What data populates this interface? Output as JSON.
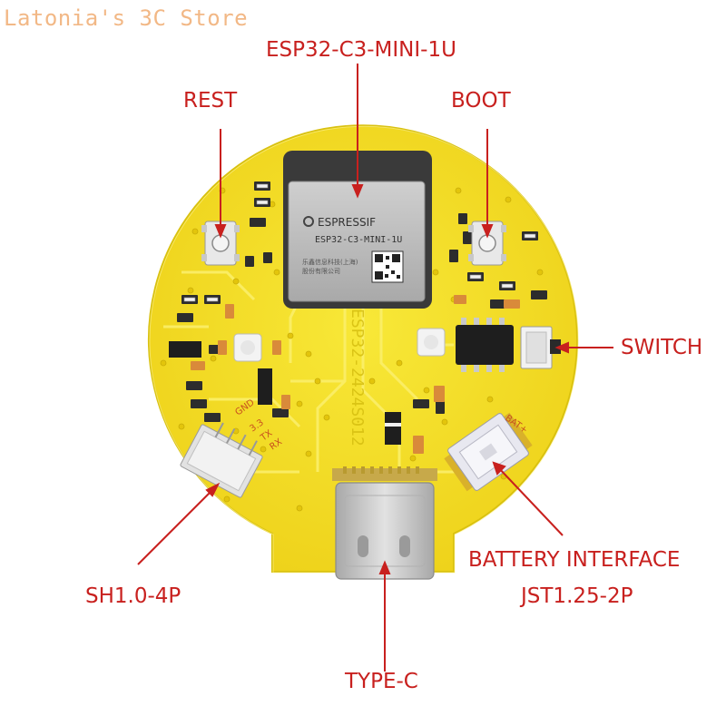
{
  "watermark": "Latonia's 3C Store",
  "labels": {
    "module": "ESP32-C3-MINI-1U",
    "reset": "REST",
    "boot": "BOOT",
    "switch": "SWITCH",
    "sh_connector": "SH1.0-4P",
    "battery_line1": "BATTERY INTERFACE",
    "battery_line2": "JST1.25-2P",
    "usb": "TYPE-C"
  },
  "board": {
    "module_brand": "ESPRESSIF",
    "module_model": "ESP32-C3-MINI-1U",
    "module_fine_print_1": "乐鑫信息科技(上海)",
    "module_fine_print_2": "股份有限公司",
    "silkscreen_part": "ESP32-2424S012",
    "pin_gnd": "GND",
    "pin_33": "3.3",
    "pin_tx": "TX",
    "pin_rx": "RX",
    "battery_mark": "BAT+"
  },
  "colors": {
    "pcb": "#f4e11c",
    "pcb_edge": "#e0c810",
    "callout": "#c8201e",
    "module_shield": "#b8b8b8",
    "module_body": "#3a3a3a",
    "connector_metal": "#c9c9c9"
  }
}
